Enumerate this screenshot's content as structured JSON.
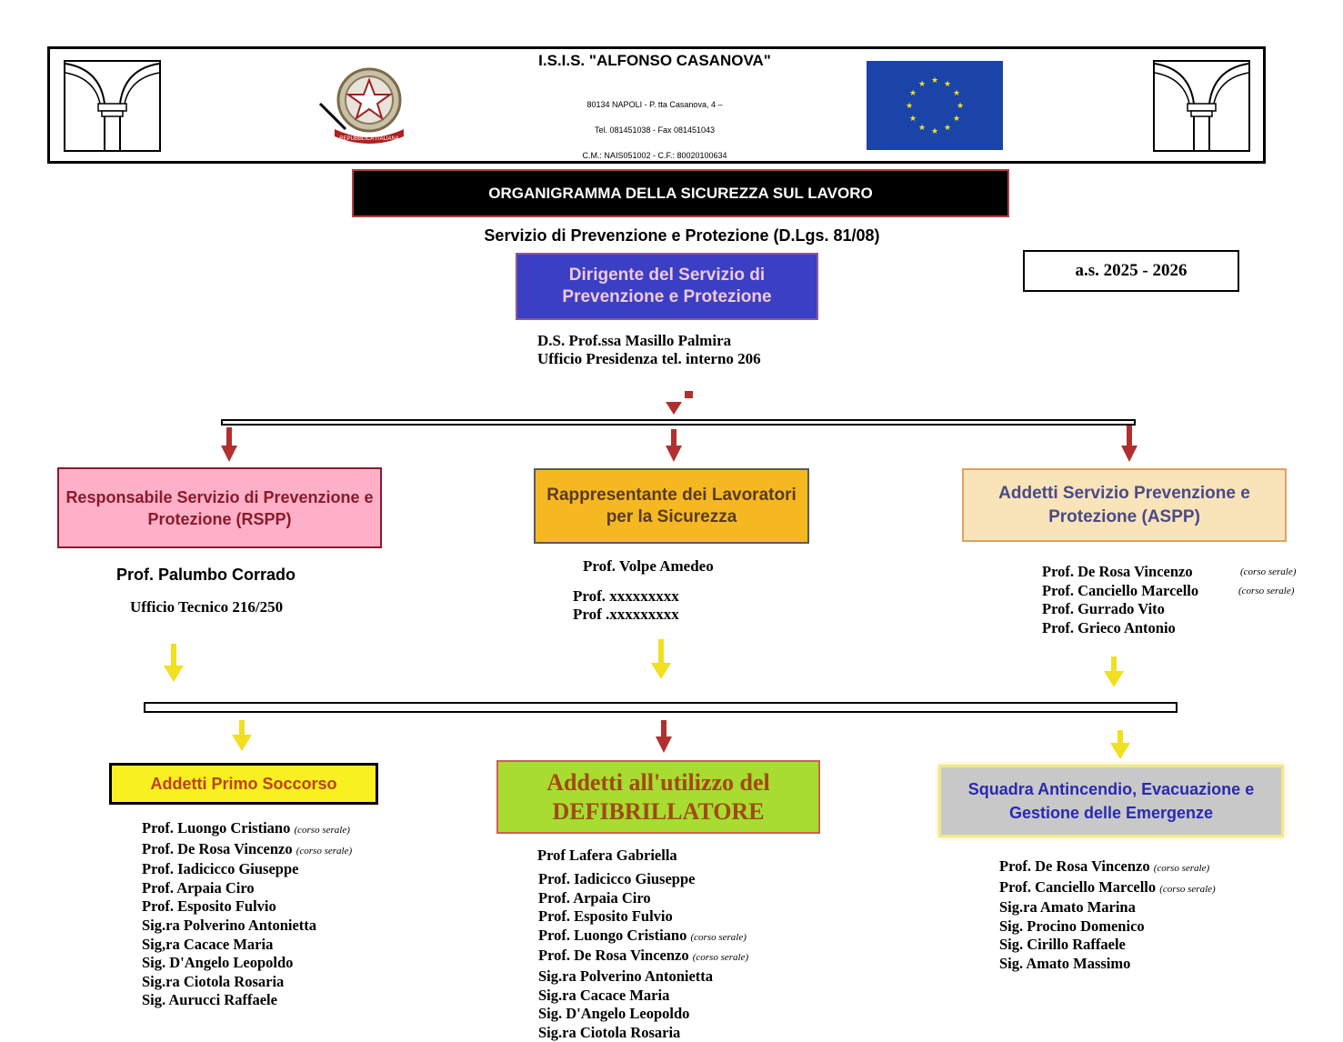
{
  "header": {
    "school_name": "I.S.I.S. \"ALFONSO CASANOVA\"",
    "address": "80134 NAPOLI - P. tta Casanova, 4 –",
    "phone": "Tel. 081451038 - Fax 081451043",
    "codes": "C.M.: NAIS051002  -  C.F.: 80020100634",
    "emblem_text": "REPUBBLICA ITALIANA"
  },
  "title": "ORGANIGRAMMA DELLA SICUREZZA SUL LAVORO",
  "subtitle": "Servizio di Prevenzione e Protezione (D.Lgs. 81/08)",
  "school_year": "a.s.   2025  -  2026",
  "dirigente": {
    "label": "Dirigente del Servizio di Prevenzione e Protezione",
    "name": "D.S.  Prof.ssa Masillo Palmira",
    "office": "Ufficio Presidenza  tel. interno  206"
  },
  "rspp": {
    "label": "Responsabile Servizio di Prevenzione e Protezione (RSPP)",
    "name": "Prof.  Palumbo Corrado",
    "office": "Ufficio Tecnico  216/250"
  },
  "rls": {
    "label": "Rappresentante dei Lavoratori per la Sicurezza",
    "name": "Prof. Volpe Amedeo",
    "others": [
      "Prof. xxxxxxxxx",
      "Prof .xxxxxxxxx"
    ]
  },
  "aspp": {
    "label": "Addetti Servizio Prevenzione e Protezione (ASPP)",
    "members": [
      {
        "name": "Prof. De Rosa Vincenzo",
        "note": "(corso serale)"
      },
      {
        "name": "Prof. Canciello Marcello",
        "note": "(corso serale)"
      },
      {
        "name": "Prof. Gurrado Vito",
        "note": ""
      },
      {
        "name": "Prof. Grieco Antonio",
        "note": ""
      }
    ]
  },
  "primo_soccorso": {
    "label": "Addetti Primo Soccorso",
    "members": [
      {
        "name": "Prof. Luongo Cristiano",
        "note": "(corso serale)"
      },
      {
        "name": "Prof. De Rosa Vincenzo",
        "note": "(corso serale)"
      },
      {
        "name": "Prof. Iadicicco Giuseppe",
        "note": ""
      },
      {
        "name": "Prof. Arpaia Ciro",
        "note": ""
      },
      {
        "name": "Prof. Esposito Fulvio",
        "note": ""
      },
      {
        "name": "Sig.ra Polverino Antonietta",
        "note": ""
      },
      {
        "name": "Sig,ra Cacace Maria",
        "note": ""
      },
      {
        "name": "Sig.  D'Angelo Leopoldo",
        "note": ""
      },
      {
        "name": "Sig.ra Ciotola Rosaria",
        "note": ""
      },
      {
        "name": "Sig. Aurucci Raffaele",
        "note": ""
      }
    ]
  },
  "defibrillatore": {
    "label_line1": "Addetti all'utilizzo del",
    "label_line2": "DEFIBRILLATORE",
    "first_member": "Prof Lafera Gabriella",
    "members": [
      {
        "name": "Prof. Iadicicco Giuseppe",
        "note": ""
      },
      {
        "name": "Prof. Arpaia Ciro",
        "note": ""
      },
      {
        "name": "Prof. Esposito Fulvio",
        "note": ""
      },
      {
        "name": "Prof. Luongo Cristiano",
        "note": "(corso serale)"
      },
      {
        "name": "Prof. De Rosa Vincenzo",
        "note": "(corso serale)"
      },
      {
        "name": "Sig.ra Polverino Antonietta",
        "note": ""
      },
      {
        "name": "Sig.ra Cacace Maria",
        "note": ""
      },
      {
        "name": "Sig. D'Angelo Leopoldo",
        "note": ""
      },
      {
        "name": "Sig.ra Ciotola Rosaria",
        "note": ""
      }
    ]
  },
  "squadra": {
    "label": "Squadra Antincendio, Evacuazione e Gestione delle Emergenze",
    "members": [
      {
        "name": "Prof. De Rosa Vincenzo",
        "note": "(corso serale)"
      },
      {
        "name": "Prof. Canciello Marcello",
        "note": "(corso serale)"
      },
      {
        "name": "Sig.ra Amato Marina",
        "note": ""
      },
      {
        "name": "Sig. Procino Domenico",
        "note": ""
      },
      {
        "name": "Sig. Cirillo Raffaele",
        "note": ""
      },
      {
        "name": "Sig. Amato Massimo",
        "note": ""
      }
    ]
  },
  "colors": {
    "red_arrow": "#b03030",
    "yellow_arrow": "#f0e020",
    "dirigente_bg": "#3a3fc4",
    "rspp_bg": "#fdb0c8",
    "rls_bg": "#f5b820",
    "aspp_bg": "#f8e4b8",
    "primo_bg": "#f8f020",
    "defib_bg": "#a8dc30",
    "squadra_bg": "#c8c8c8"
  }
}
